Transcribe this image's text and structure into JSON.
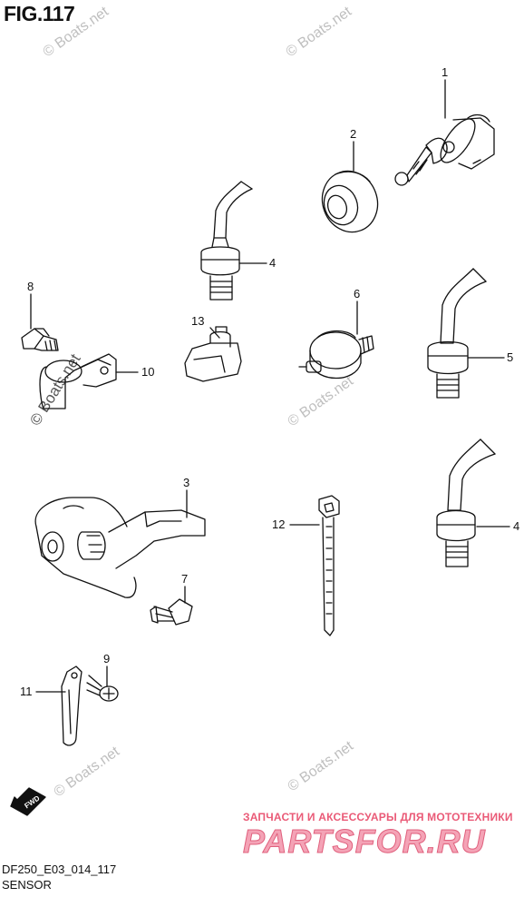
{
  "figure": {
    "title": "FIG.117",
    "code": "DF250_E03_014_117",
    "name": "SENSOR"
  },
  "watermark": {
    "text": "© Boats.net",
    "color": "#bfbfbf"
  },
  "fwd_badge": {
    "label": "FWD"
  },
  "callouts": [
    {
      "id": "1",
      "label": "1"
    },
    {
      "id": "2",
      "label": "2"
    },
    {
      "id": "3",
      "label": "3"
    },
    {
      "id": "4a",
      "label": "4"
    },
    {
      "id": "4b",
      "label": "4"
    },
    {
      "id": "5",
      "label": "5"
    },
    {
      "id": "6",
      "label": "6"
    },
    {
      "id": "7",
      "label": "7"
    },
    {
      "id": "8",
      "label": "8"
    },
    {
      "id": "9",
      "label": "9"
    },
    {
      "id": "10",
      "label": "10"
    },
    {
      "id": "11",
      "label": "11"
    },
    {
      "id": "12",
      "label": "12"
    },
    {
      "id": "13",
      "label": "13"
    }
  ],
  "shop_banner": {
    "tagline": "ЗАПЧАСТИ И АКСЕССУАРЫ ДЛЯ МОТОТЕХНИКИ",
    "logo": "PARTSFOR.RU",
    "color": "#e0607d"
  }
}
